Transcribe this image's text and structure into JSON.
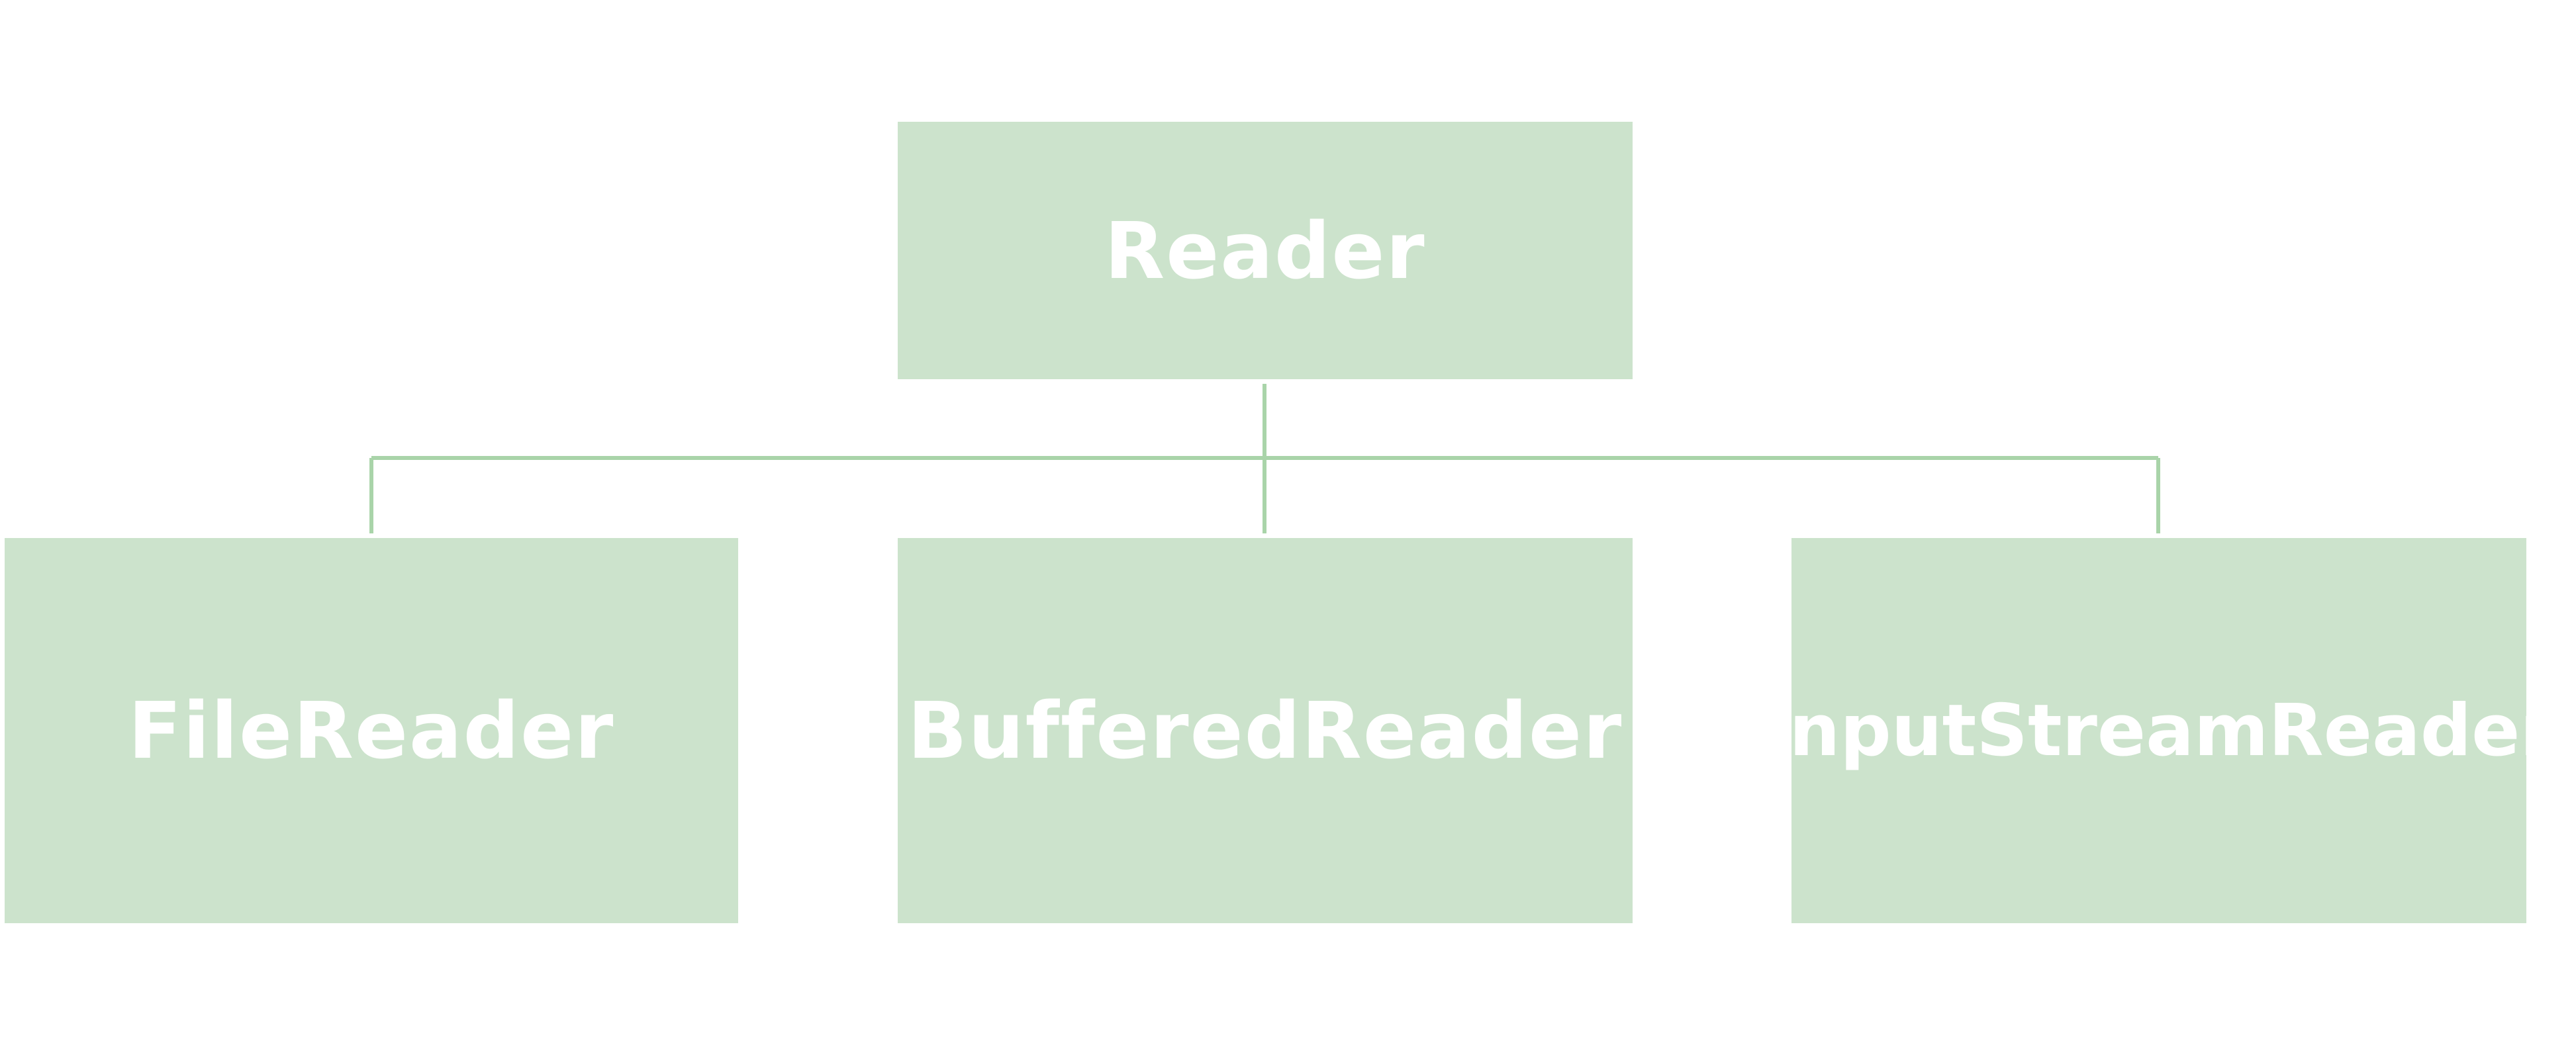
{
  "colors": {
    "node_fill": "#cce3cc",
    "connector": "#a9d4a9",
    "label": "#ffffff",
    "background": "#ffffff"
  },
  "diagram": {
    "root": {
      "label": "Reader"
    },
    "children": [
      {
        "label": "FileReader"
      },
      {
        "label": "BufferedReader"
      },
      {
        "label": "InputStreamReader"
      }
    ]
  }
}
